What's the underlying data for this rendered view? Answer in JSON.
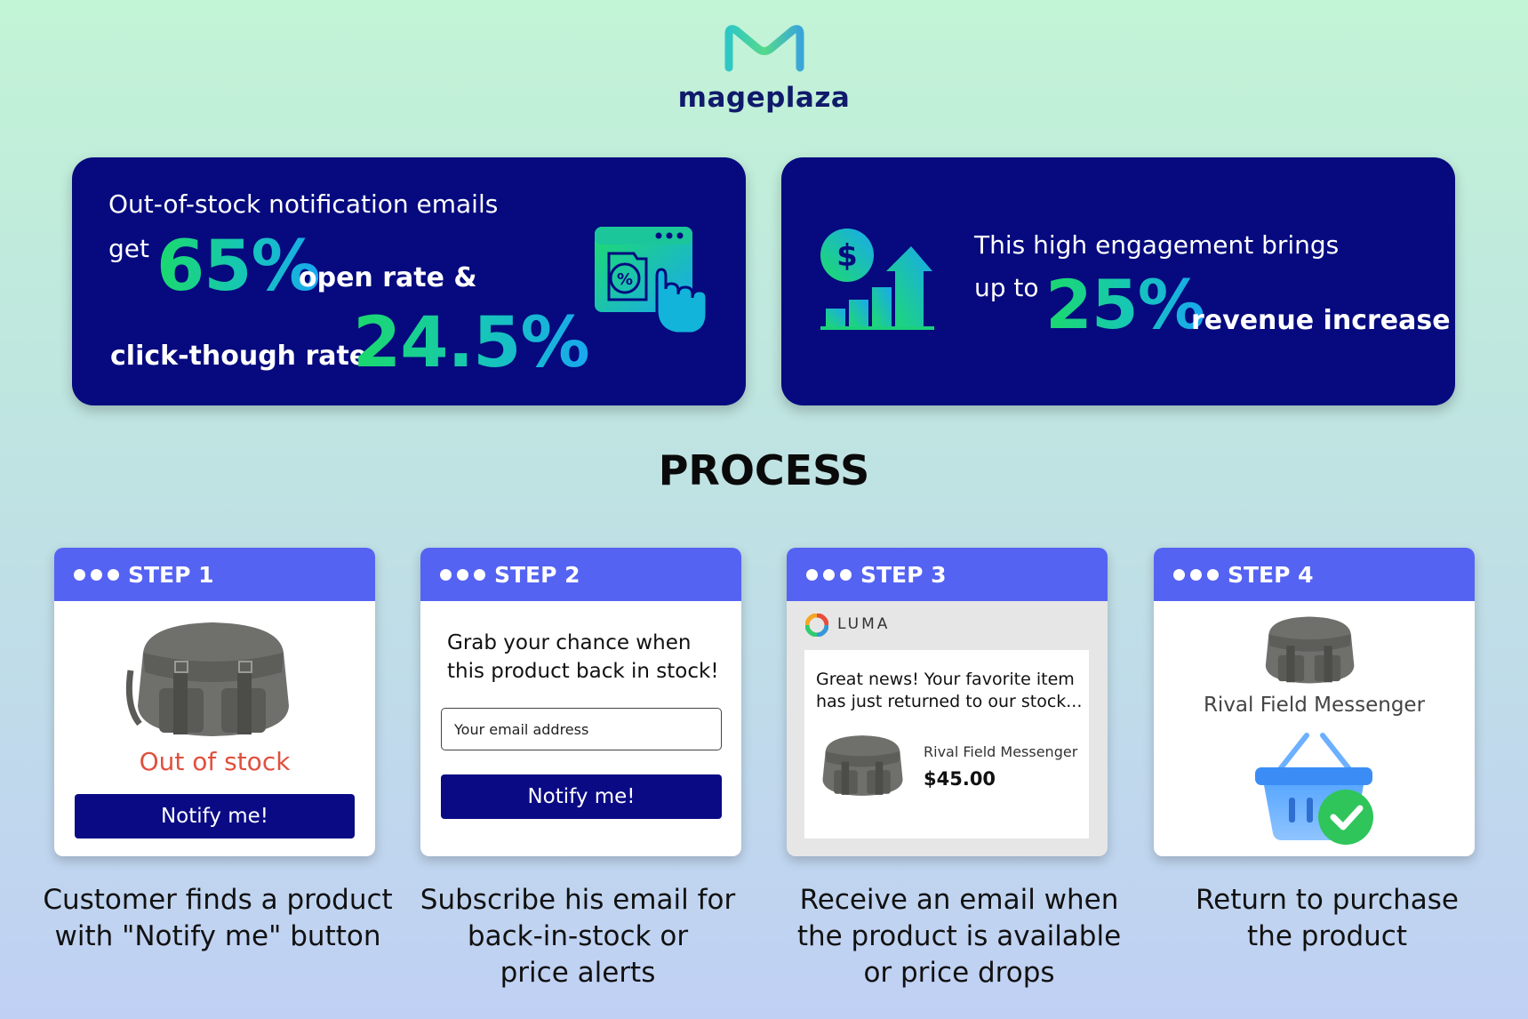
{
  "brand": {
    "name": "mageplaza"
  },
  "stats": {
    "card1": {
      "line1": "Out-of-stock notification emails",
      "get": "get",
      "open_rate_value": "65%",
      "open_rate_label": "open rate &",
      "ctr_label": "click-though rate",
      "ctr_value": "24.5%",
      "icon": "discount-browser-click-icon"
    },
    "card2": {
      "line1": "This high engagement brings",
      "up_to": "up to",
      "value": "25%",
      "label": "revenue increase",
      "icon": "revenue-growth-chart-icon"
    }
  },
  "process": {
    "title": "PROCESS",
    "steps": [
      {
        "label": "STEP 1",
        "status": "Out of stock",
        "button": "Notify me!",
        "caption_lines": [
          "Customer finds a product",
          "with \"Notify me\" button"
        ]
      },
      {
        "label": "STEP 2",
        "headline_lines": [
          "Grab your chance when",
          "this product back in stock!"
        ],
        "email_placeholder": "Your email address",
        "button": "Notify me!",
        "caption_lines": [
          "Subscribe his email for",
          "back-in-stock or",
          "price alerts"
        ]
      },
      {
        "label": "STEP 3",
        "store_name": "LUMA",
        "message_lines": [
          "Great news! Your favorite item",
          "has just returned to our stock..."
        ],
        "product_name": "Rival Field Messenger",
        "price": "$45.00",
        "caption_lines": [
          "Receive an email when",
          "the product is available",
          "or price drops"
        ]
      },
      {
        "label": "STEP 4",
        "product_name": "Rival Field Messenger",
        "caption_lines": [
          "Return to purchase",
          "the product"
        ]
      }
    ]
  },
  "colors": {
    "card_bg": "#060a7e",
    "step_header": "#5563f2",
    "button_navy": "#0a0a85",
    "out_of_stock_red": "#e0503e",
    "gradient_green": "#1bd96b",
    "gradient_blue": "#19a7f0"
  }
}
